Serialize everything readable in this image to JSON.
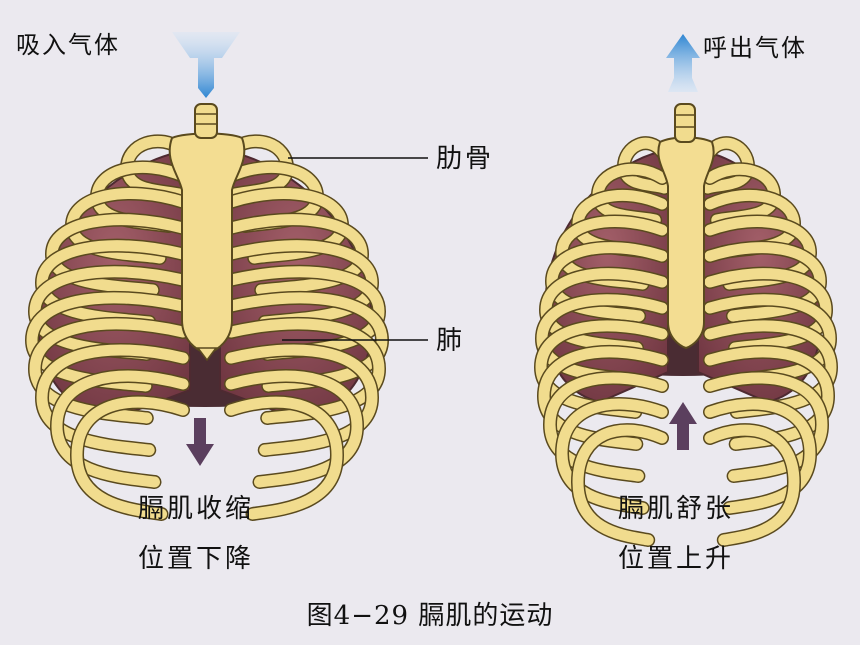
{
  "left": {
    "airflow_label": "吸入气体",
    "diaphragm_state": "膈肌收缩",
    "diaphragm_position": "位置下降"
  },
  "right": {
    "airflow_label": "呼出气体",
    "diaphragm_state": "膈肌舒张",
    "diaphragm_position": "位置上升"
  },
  "callouts": {
    "rib": "肋骨",
    "lung": "肺"
  },
  "caption": "图4−29 膈肌的运动",
  "colors": {
    "air_arrow": "#3a8fd6",
    "diaphragm_arrow": "#5b3f5e",
    "bone": "#f1dc8e",
    "bone_outline": "#5a4a1e",
    "lung": "#8c4a55",
    "diaphragm": "#4a2c33"
  }
}
